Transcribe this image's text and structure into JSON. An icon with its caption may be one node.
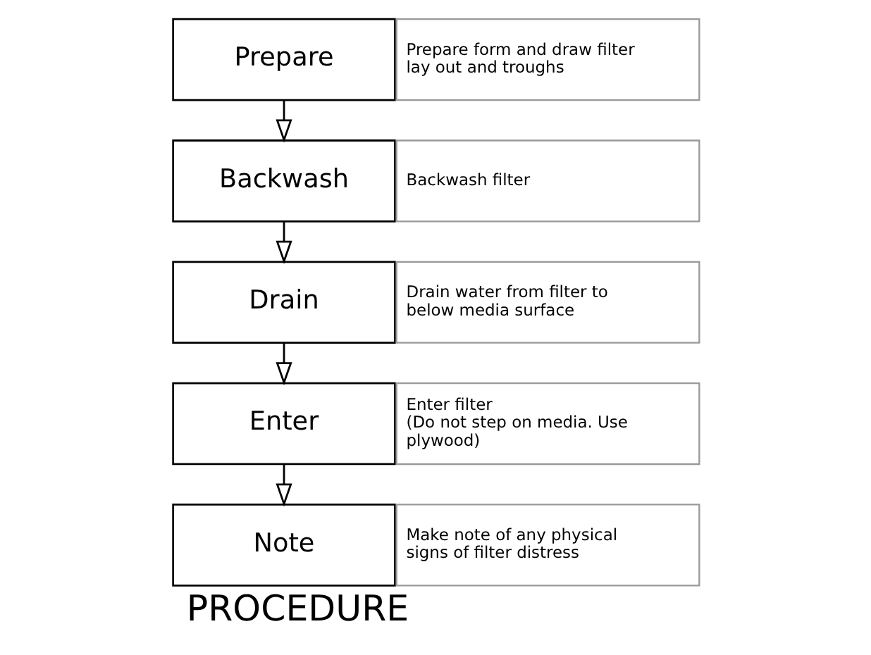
{
  "diagram": {
    "title": "PROCEDURE",
    "nodes": [
      {
        "text": [
          "Prepare"
        ]
      },
      {
        "text": [
          "Prepare form and draw filter lay out and troughs"
        ]
      },
      {
        "text": [
          "Backwash"
        ]
      },
      {
        "text": [
          "Backwash filter"
        ]
      },
      {
        "text": [
          "Drain"
        ]
      },
      {
        "text": [
          "Drain water from filter to below media surface"
        ]
      },
      {
        "text": [
          "Enter"
        ]
      },
      {
        "text": [
          "Enter filter",
          "(Do not step on media. Use plywood)"
        ]
      },
      {
        "text": [
          "Note"
        ]
      },
      {
        "text": [
          "Make note of any physical signs of filter distress"
        ]
      }
    ],
    "edges": [
      {
        "from": 0,
        "to": 2,
        "arrow": "to"
      },
      {
        "from": 2,
        "to": 4,
        "arrow": "to"
      },
      {
        "from": 4,
        "to": 6,
        "arrow": "to"
      },
      {
        "from": 6,
        "to": 8,
        "arrow": "to"
      }
    ]
  }
}
